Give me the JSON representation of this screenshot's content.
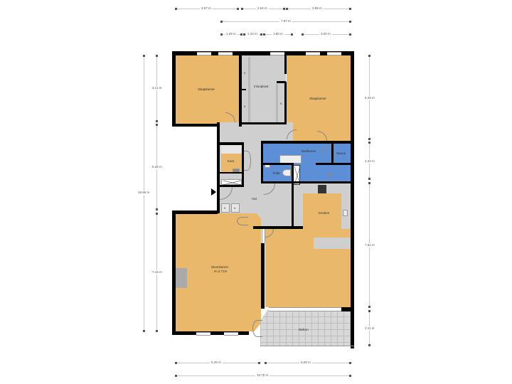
{
  "dimensions": {
    "top_row1": [
      {
        "label": "3.97 m"
      },
      {
        "label": "2.64 m"
      },
      {
        "label": "3.98 m"
      }
    ],
    "top_row2": [
      {
        "label": "7.97 m"
      }
    ],
    "top_row3": [
      {
        "label": "1.29 m"
      },
      {
        "label": "1.10 m"
      },
      {
        "label": "1.80 m"
      },
      {
        "label": "3.00 m"
      }
    ],
    "left_outer": {
      "label": "16.86 m"
    },
    "left_inner": [
      {
        "label": "4.11 m"
      },
      {
        "label": "5.39 m"
      },
      {
        "label": "7.16 m"
      }
    ],
    "right": [
      {
        "label": "5.29 m"
      },
      {
        "label": "2.34 m"
      },
      {
        "label": "7.51 m"
      },
      {
        "label": "2.11 m"
      }
    ],
    "bottom_row1": [
      {
        "label": "5.25 m"
      },
      {
        "label": "5.29 m"
      }
    ],
    "bottom_row2": {
      "label": "10.75 m"
    }
  },
  "rooms": {
    "slaapkamer_left": {
      "label": "Slaapkamer"
    },
    "inloopkast": {
      "label": "Inloopkast"
    },
    "slaapkamer_right": {
      "label": "Slaapkamer"
    },
    "badkamer": {
      "label": "Badkamer"
    },
    "sauna": {
      "label": "Sauna"
    },
    "toilet": {
      "label": "Toilet"
    },
    "kast": {
      "label": "Kast"
    },
    "hal": {
      "label": "Hal"
    },
    "keuken": {
      "label": "Keuken"
    },
    "woonkamer": {
      "label": "Woonkamer",
      "height": "H=2.71m"
    },
    "balkon": {
      "label": "Balkon"
    }
  },
  "closet_marks": {
    "k": "K"
  },
  "colors": {
    "bedroom": "#e9b86b",
    "wet_room": "#5c8fd6",
    "circulation": "#cfcfcf",
    "wall": "#000000",
    "dimension_line": "#c8c8c8"
  }
}
